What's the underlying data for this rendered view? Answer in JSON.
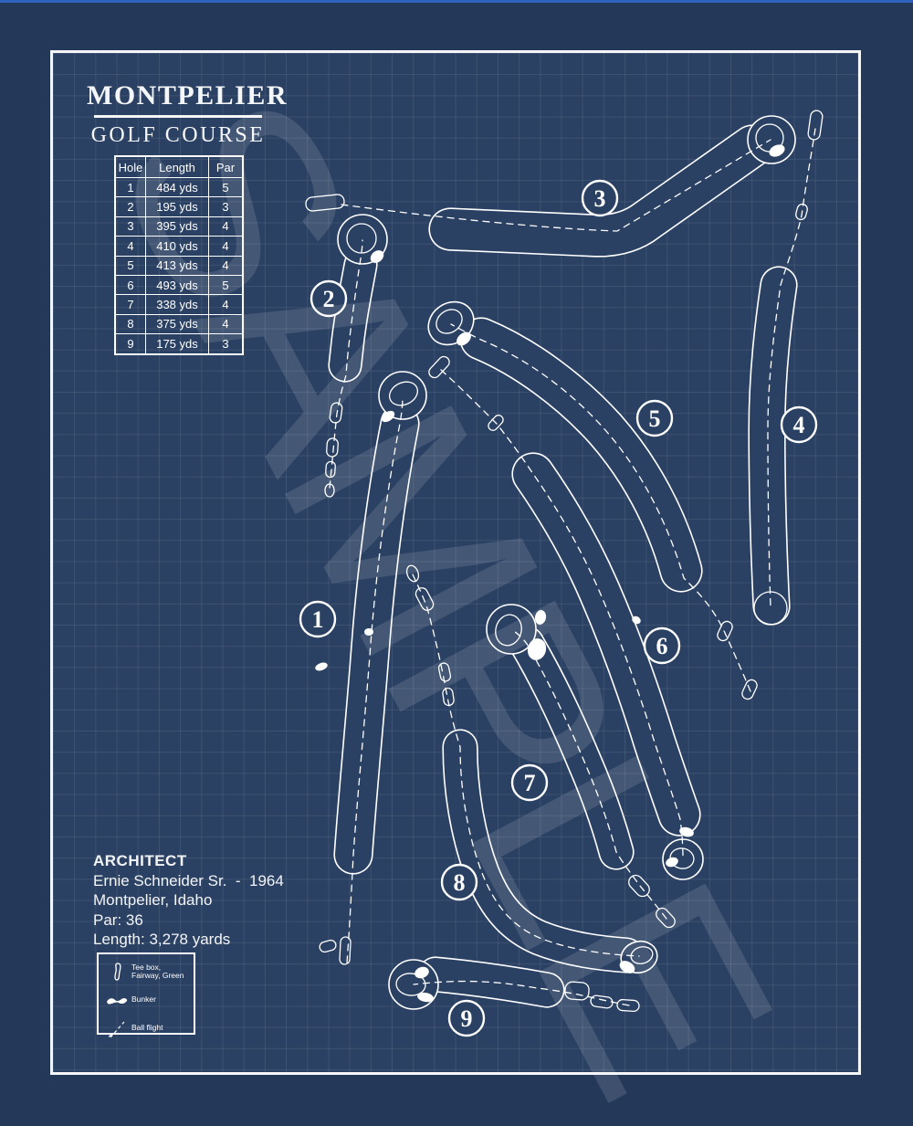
{
  "poster": {
    "title": "MONTPELIER",
    "subtitle": "GOLF COURSE",
    "watermark": "SAMPLE"
  },
  "scorecard": {
    "headers": [
      "Hole",
      "Length",
      "Par"
    ],
    "rows": [
      {
        "hole": "1",
        "length": "484 yds",
        "par": "5"
      },
      {
        "hole": "2",
        "length": "195 yds",
        "par": "3"
      },
      {
        "hole": "3",
        "length": "395 yds",
        "par": "4"
      },
      {
        "hole": "4",
        "length": "410 yds",
        "par": "4"
      },
      {
        "hole": "5",
        "length": "413 yds",
        "par": "4"
      },
      {
        "hole": "6",
        "length": "493 yds",
        "par": "5"
      },
      {
        "hole": "7",
        "length": "338 yds",
        "par": "4"
      },
      {
        "hole": "8",
        "length": "375 yds",
        "par": "4"
      },
      {
        "hole": "9",
        "length": "175 yds",
        "par": "3"
      }
    ]
  },
  "architect": {
    "heading": "ARCHITECT",
    "name_year": "Ernie Schneider Sr.  -  1964",
    "location": "Montpelier, Idaho",
    "par": "Par: 36",
    "length": "Length: 3,278 yards"
  },
  "legend": {
    "items": [
      {
        "icon": "tee-fairway-green-icon",
        "label": "Tee box, Fairway, Green"
      },
      {
        "icon": "bunker-icon",
        "label": "Bunker"
      },
      {
        "icon": "ball-flight-icon",
        "label": "Ball flight"
      }
    ]
  },
  "holes": [
    {
      "number": "1"
    },
    {
      "number": "2"
    },
    {
      "number": "3"
    },
    {
      "number": "4"
    },
    {
      "number": "5"
    },
    {
      "number": "6"
    },
    {
      "number": "7"
    },
    {
      "number": "8"
    },
    {
      "number": "9"
    }
  ],
  "colors": {
    "paper": "#24385a",
    "panel": "#2b4163",
    "line": "#ffffff",
    "top_edge": "#2e63bd"
  }
}
